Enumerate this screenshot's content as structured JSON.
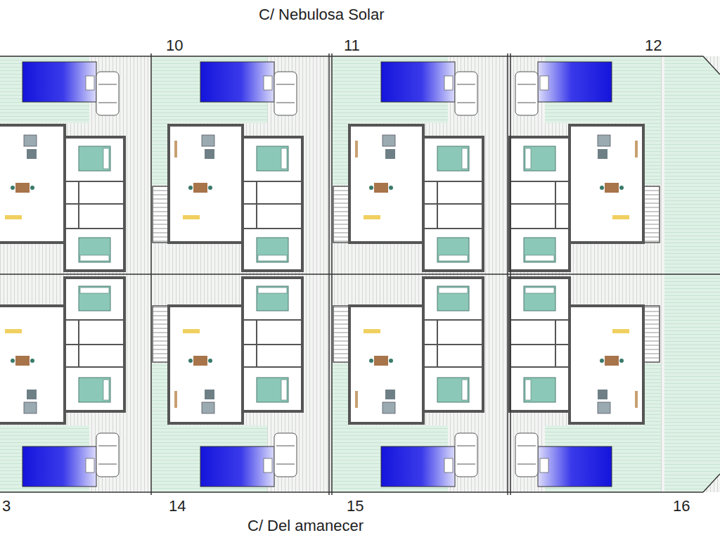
{
  "diagram": {
    "labels": [
      "C/ Nebulosa Solar",
      "10",
      "11",
      "12",
      "3",
      "14",
      "15",
      "16",
      "C/ Del amanecer"
    ]
  }
}
